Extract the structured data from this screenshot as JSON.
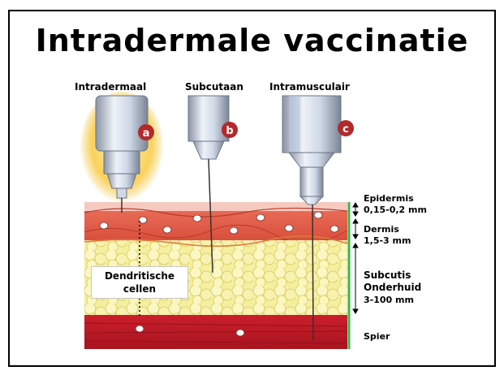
{
  "slide": {
    "title": "Intradermale vaccinatie"
  },
  "needles": [
    {
      "label": "Intradermaal",
      "badge": "a"
    },
    {
      "label": "Subcutaan",
      "badge": "b"
    },
    {
      "label": "Intramusculair",
      "badge": "c"
    }
  ],
  "layers": [
    {
      "name": "Epidermis",
      "depth": "0,15-0,2 mm"
    },
    {
      "name": "Dermis",
      "depth": "1,5-3 mm"
    },
    {
      "name": "Subcutis",
      "subname": "Onderhuid",
      "depth": "3-100 mm"
    },
    {
      "name": "Spier"
    }
  ],
  "callout": {
    "line1": "Dendritische",
    "line2": "cellen"
  },
  "colors": {
    "epidermis": "#f6c9c0",
    "dermis": "#e0604c",
    "fat": "#f5efa0",
    "muscle": "#c81e2a",
    "badge": "#b22a2a",
    "needle_body": "#cfd8e6",
    "depth_bar": "#39b54a"
  }
}
